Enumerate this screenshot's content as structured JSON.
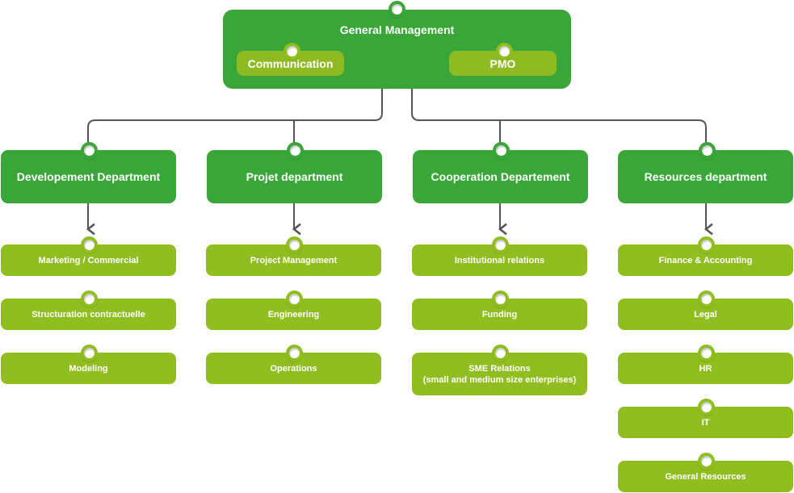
{
  "colors": {
    "primary_green": "#3aa639",
    "secondary_green": "#90bd20",
    "connector": "#555555",
    "text": "#ffffff"
  },
  "root": {
    "title": "General Management",
    "sub_units": [
      {
        "label": "Communication"
      },
      {
        "label": "PMO"
      }
    ]
  },
  "departments": [
    {
      "title": "Developement Department",
      "units": [
        {
          "label": "Marketing / Commercial"
        },
        {
          "label": "Structuration contractuelle"
        },
        {
          "label": "Modeling"
        }
      ]
    },
    {
      "title": "Projet department",
      "units": [
        {
          "label": "Project Management"
        },
        {
          "label": "Engineering"
        },
        {
          "label": "Operations"
        }
      ]
    },
    {
      "title": "Cooperation Departement",
      "units": [
        {
          "label": "Institutional relations"
        },
        {
          "label": "Funding"
        },
        {
          "label": "SME Relations",
          "sublabel": "(small and medium size enterprises)"
        }
      ]
    },
    {
      "title": "Resources department",
      "units": [
        {
          "label": "Finance & Accounting"
        },
        {
          "label": "Legal"
        },
        {
          "label": "HR"
        },
        {
          "label": "IT"
        },
        {
          "label": "General Resources"
        }
      ]
    }
  ]
}
